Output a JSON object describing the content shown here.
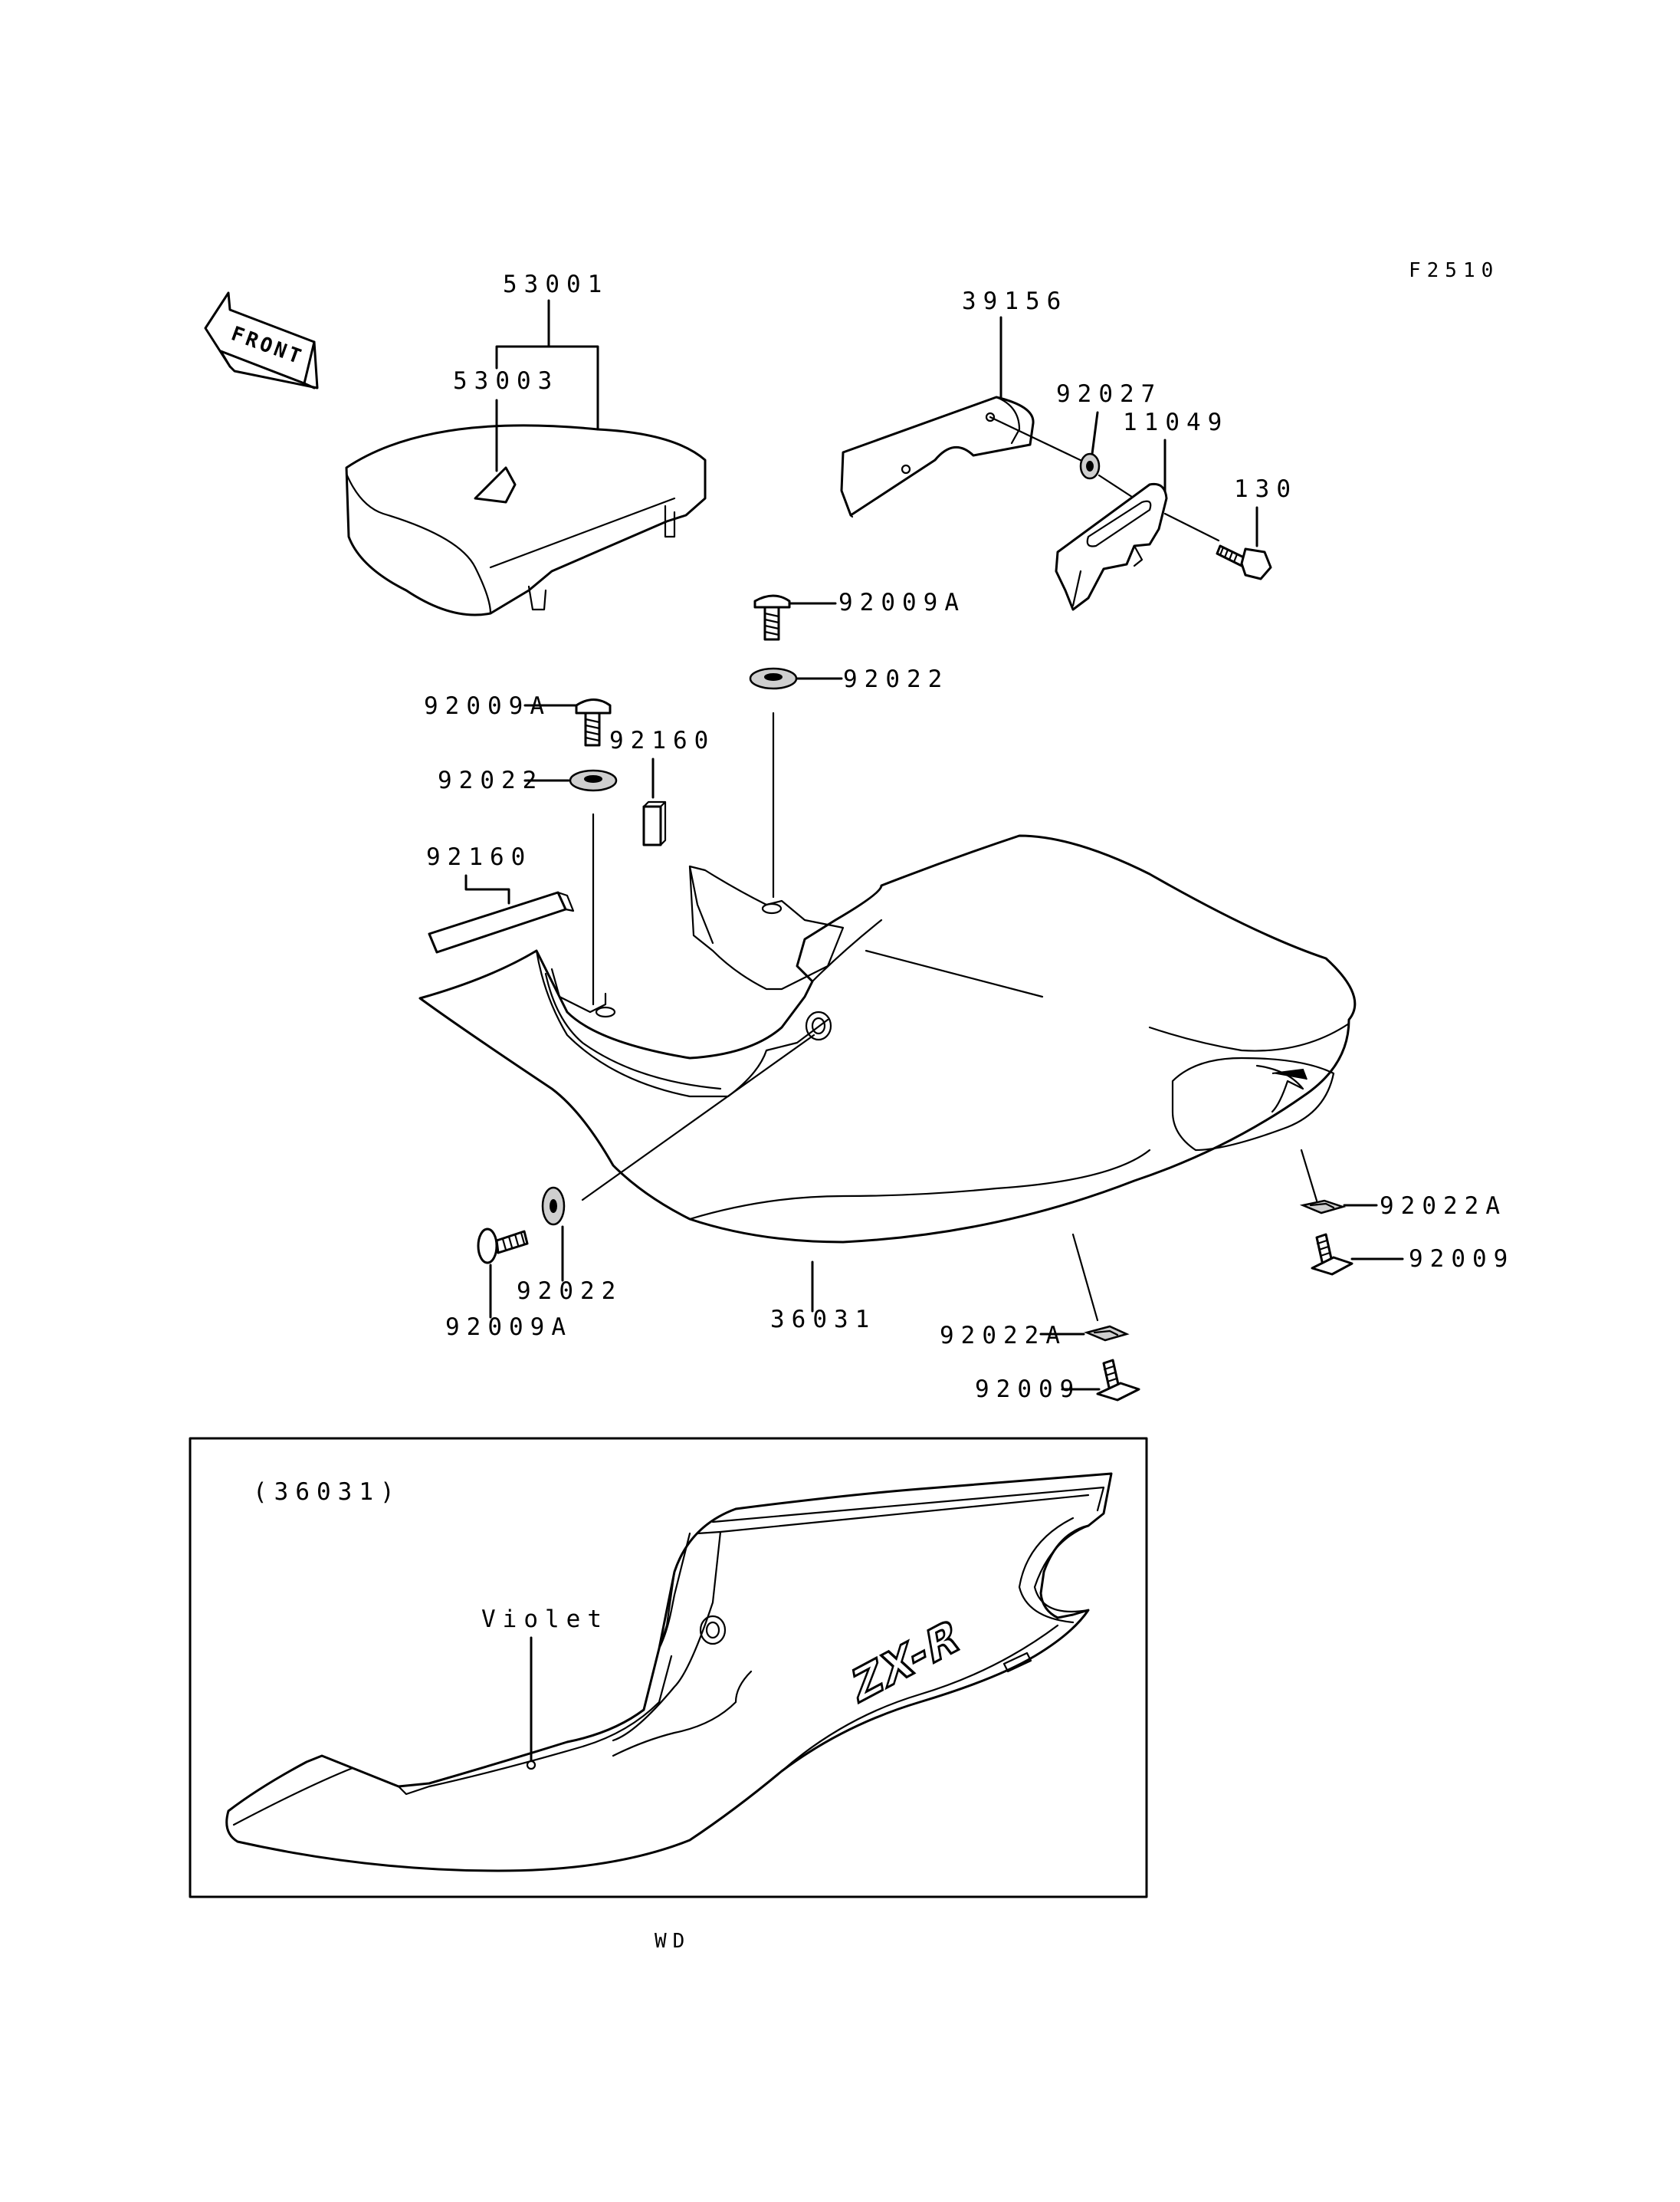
{
  "figure_code": "F2510",
  "front_arrow_label": "FRONT",
  "part_numbers": {
    "p53001": "53001",
    "p53003": "53003",
    "p39156": "39156",
    "p92027": "92027",
    "p11049": "11049",
    "p130": "130",
    "p92009A_upper": "92009A",
    "p92022_upper": "92022",
    "p92009A_left": "92009A",
    "p92160_small": "92160",
    "p92022_left": "92022",
    "p92160_strip": "92160",
    "p92022A_right": "92022A",
    "p92009_right": "92009",
    "p92022_lower": "92022",
    "p92009A_lower": "92009A",
    "p36031": "36031",
    "p92022A_bottom": "92022A",
    "p92009_bottom": "92009"
  },
  "detail_box": {
    "title": "(36031)",
    "color_label": "Violet",
    "decal_text": "ZX-R"
  },
  "footer_code": "WD"
}
